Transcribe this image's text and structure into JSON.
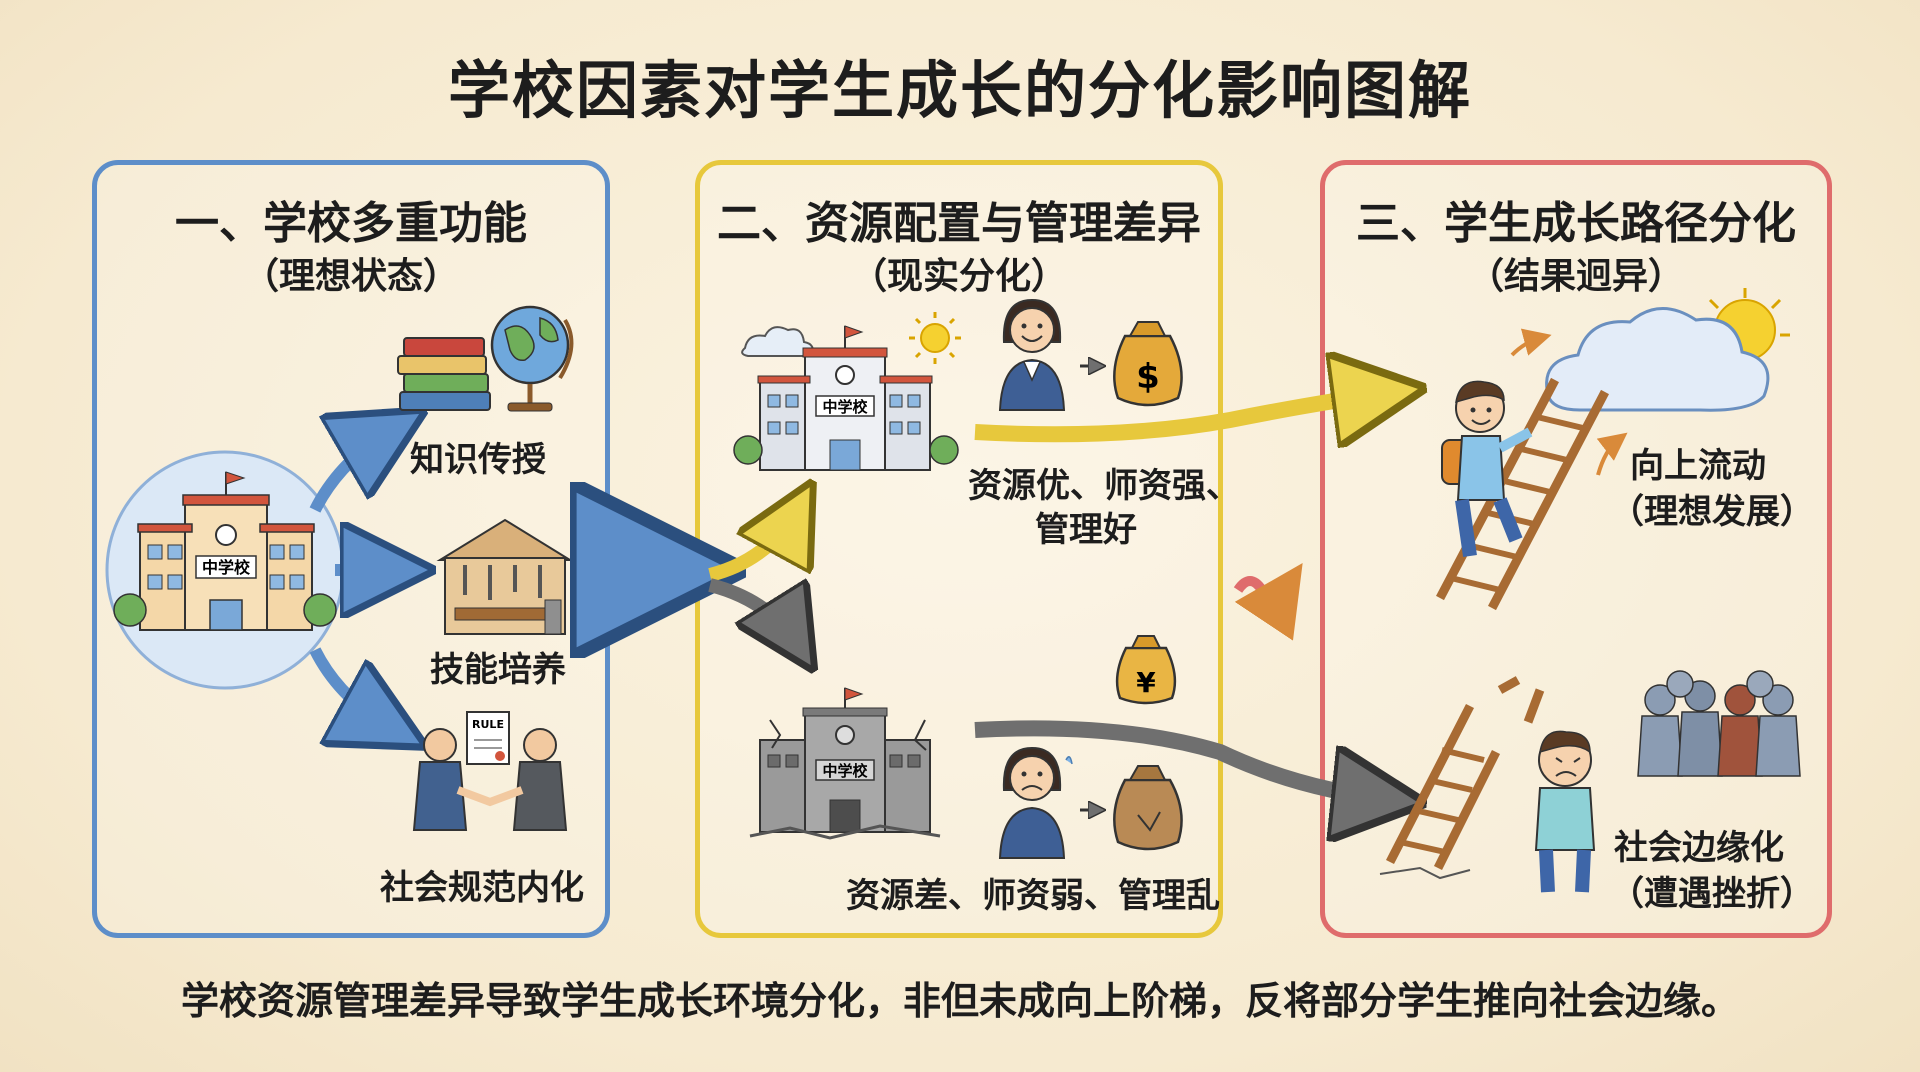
{
  "title": "学校因素对学生成长的分化影响图解",
  "panels": [
    {
      "heading": "一、学校多重功能",
      "subheading": "（理想状态）",
      "items": [
        "知识传授",
        "技能培养",
        "社会规范内化"
      ]
    },
    {
      "heading": "二、资源配置与管理差异",
      "subheading": "（现实分化）",
      "good": [
        "资源优、师资强、",
        "管理好"
      ],
      "bad": "资源差、师资弱、管理乱"
    },
    {
      "heading": "三、学生成长路径分化",
      "subheading": "（结果迥异）",
      "up": [
        "向上流动",
        "（理想发展）"
      ],
      "down": [
        "社会边缘化",
        "（遭遇挫折）"
      ]
    }
  ],
  "school_sign": "中学校",
  "rule_label": "RULE",
  "currency": {
    "dollar": "$",
    "yuan": "¥"
  },
  "caption": "学校资源管理差异导致学生成长环境分化，非但未成向上阶梯，反将部分学生推向社会边缘。",
  "icons": [
    "school-icon",
    "books-icon",
    "globe-icon",
    "workshop-icon",
    "handshake-icon",
    "cloud-icon",
    "sun-icon",
    "teacher-happy-icon",
    "teacher-sad-icon",
    "money-bag-icon",
    "broken-school-icon",
    "ladder-icon",
    "broken-ladder-icon",
    "student-climbing-icon",
    "student-sad-icon",
    "crowd-icon"
  ],
  "colors": {
    "blue": "#5d8ec9",
    "yellow": "#e7c83c",
    "red": "#df6c6c",
    "gray": "#6f6f6f"
  }
}
